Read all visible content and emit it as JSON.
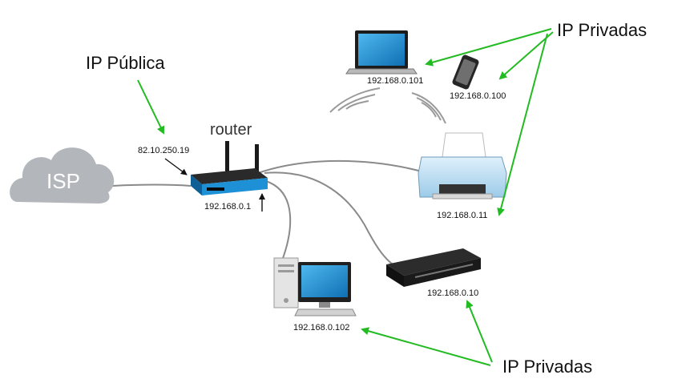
{
  "labels": {
    "ip_publica": "IP Pública",
    "ip_privadas_top": "IP Privadas",
    "ip_privadas_bottom": "IP Privadas",
    "router": "router",
    "isp": "ISP"
  },
  "addresses": {
    "public": "82.10.250.19",
    "router": "192.168.0.1",
    "laptop": "192.168.0.101",
    "phone": "192.168.0.100",
    "printer": "192.168.0.11",
    "stb": "192.168.0.10",
    "desktop": "192.168.0.102"
  },
  "colors": {
    "arrow": "#22bb22",
    "screen": "#1e90d6",
    "router": "#1e90d6",
    "cloud": "#b3b7bc"
  }
}
